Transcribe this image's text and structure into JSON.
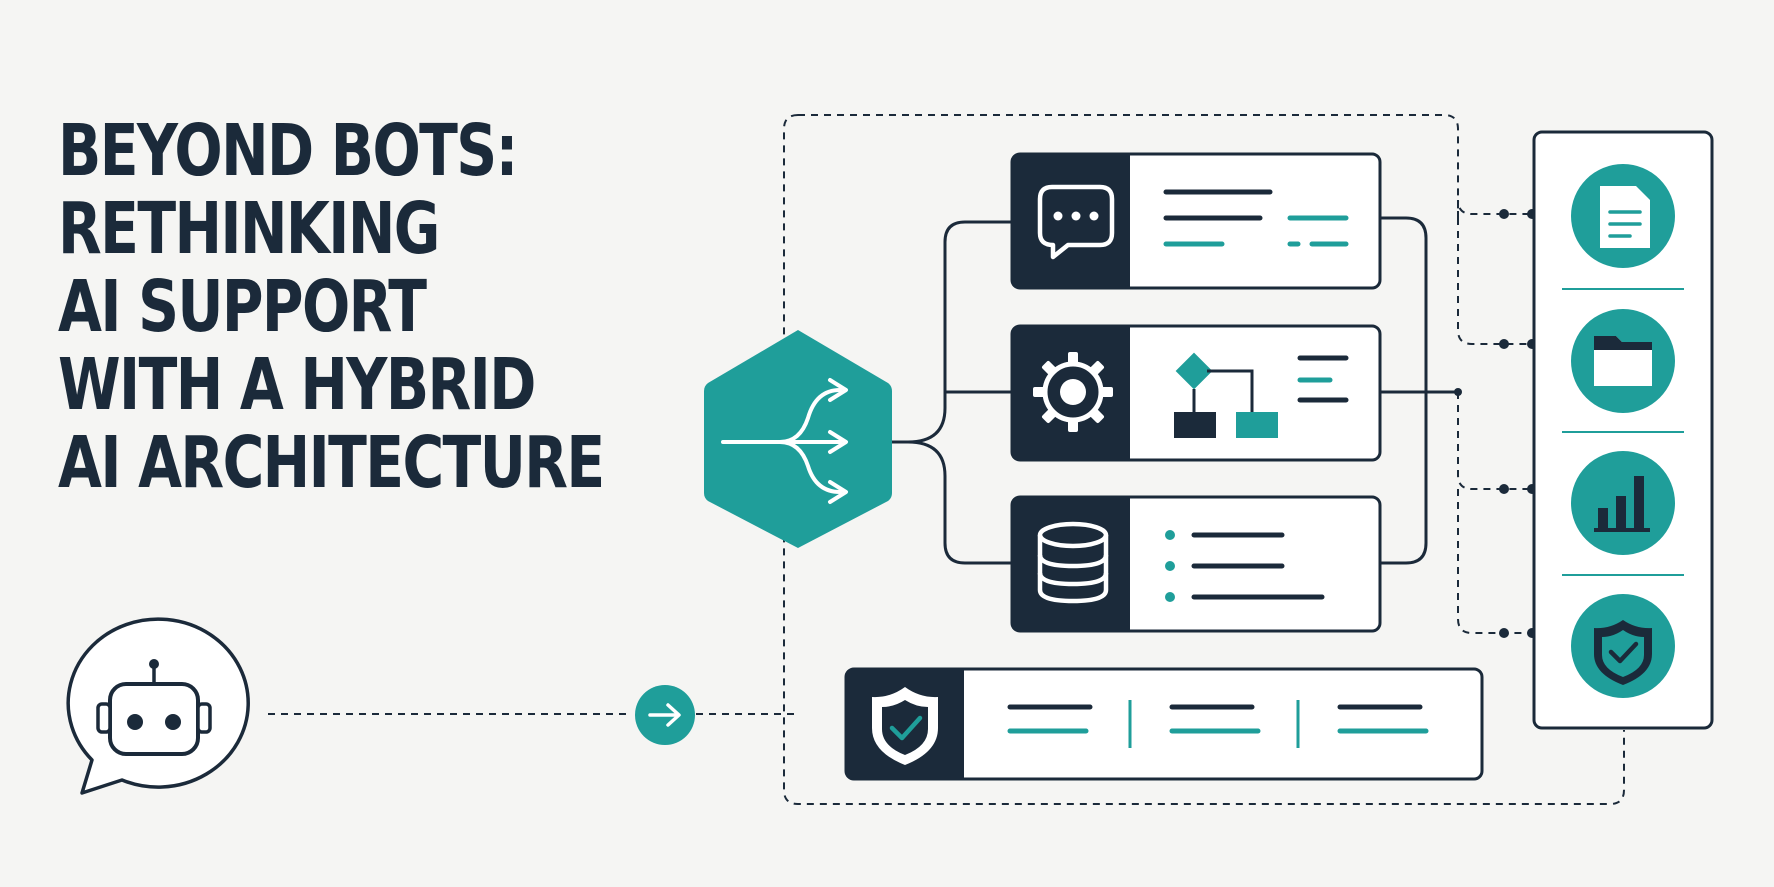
{
  "title_lines": [
    "BEYOND BOTS:",
    "RETHINKING",
    "AI SUPPORT",
    "WITH A HYBRID",
    "AI ARCHITECTURE"
  ],
  "colors": {
    "background": "#f5f5f3",
    "navy": "#1b2a3a",
    "teal": "#1f9e9a",
    "white": "#ffffff"
  },
  "icons": {
    "bot": "robot-chat-icon",
    "arrow": "arrow-right-icon",
    "router": "split-arrows-icon",
    "chat": "chat-bubble-icon",
    "gear": "gear-icon",
    "database": "database-icon",
    "shield": "shield-check-icon",
    "document": "document-icon",
    "folder": "folder-icon",
    "bar_chart": "bar-chart-icon",
    "security": "shield-check-icon"
  }
}
